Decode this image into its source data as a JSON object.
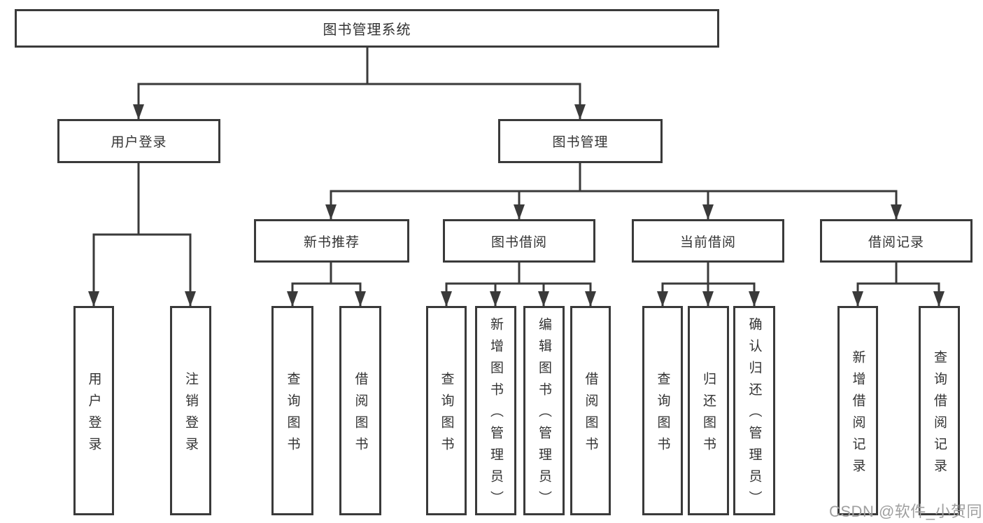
{
  "tree": {
    "root": "图书管理系统",
    "branches": [
      {
        "label": "用户登录",
        "children": [
          "用户登录",
          "注销登录"
        ]
      },
      {
        "label": "图书管理",
        "subbranches": [
          {
            "label": "新书推荐",
            "children": [
              "查询图书",
              "借阅图书"
            ]
          },
          {
            "label": "图书借阅",
            "children": [
              "查询图书",
              "新增图书（管理员）",
              "编辑图书（管理员）",
              "借阅图书"
            ]
          },
          {
            "label": "当前借阅",
            "children": [
              "查询图书",
              "归还图书",
              "确认归还（管理员）"
            ]
          },
          {
            "label": "借阅记录",
            "children": [
              "新增借阅记录",
              "查询借阅记录"
            ]
          }
        ]
      }
    ]
  },
  "watermark": "CSDN @软件_小贺同学",
  "colors": {
    "line": "#3a3a3a",
    "box_border": "#3a3a3a",
    "text": "#333333",
    "watermark": "#9f9f9f",
    "background": "#ffffff"
  }
}
